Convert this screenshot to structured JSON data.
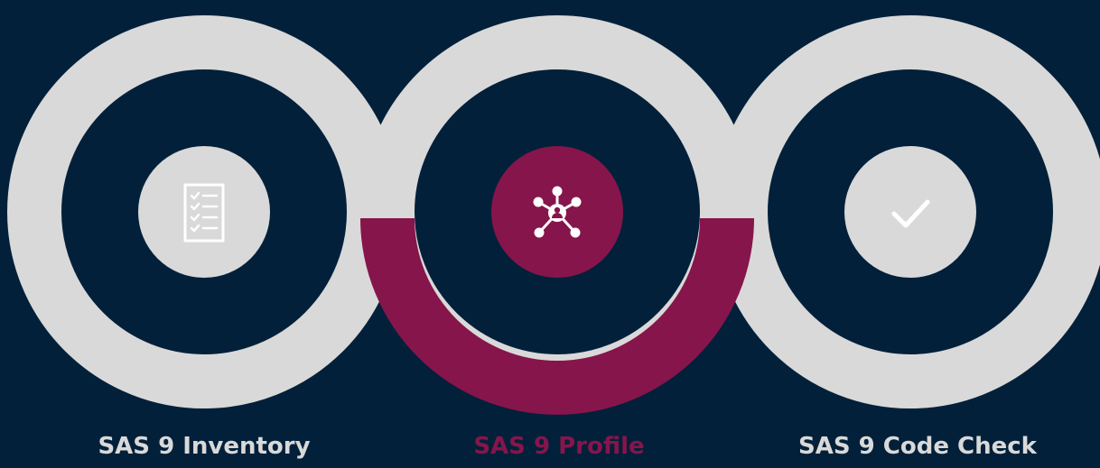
{
  "steps": [
    {
      "label": "SAS 9 Inventory",
      "icon": "checklist-icon",
      "active": false
    },
    {
      "label": "SAS 9 Profile",
      "icon": "network-hub-icon",
      "active": true
    },
    {
      "label": "SAS 9 Code Check",
      "icon": "checkmark-icon",
      "active": false
    }
  ],
  "colors": {
    "background": "#03203a",
    "ring": "#d9d9d9",
    "accent": "#86154b",
    "icon_on_accent": "#ffffff",
    "inactive_label": "#d9d9d9"
  }
}
